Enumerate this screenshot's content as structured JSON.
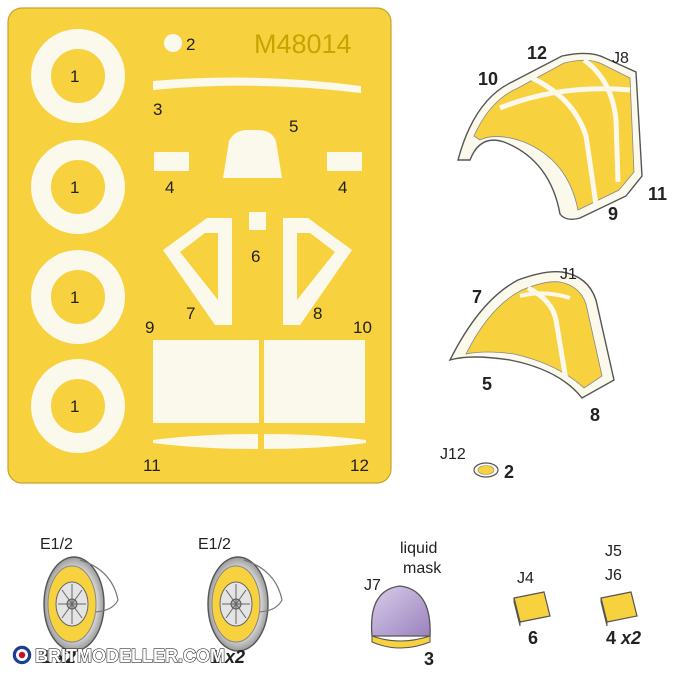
{
  "sheet": {
    "code": "M48014",
    "part_labels": [
      "1",
      "1",
      "1",
      "1",
      "2",
      "3",
      "5",
      "4",
      "4",
      "6",
      "7",
      "8",
      "9",
      "10",
      "11",
      "12"
    ]
  },
  "canopy_j8": {
    "ref": "J8",
    "labels": [
      "12",
      "10",
      "11",
      "9"
    ]
  },
  "canopy_j1": {
    "ref": "J1",
    "labels": [
      "7",
      "5",
      "8"
    ]
  },
  "lens_j12": {
    "ref": "J12",
    "part": "2"
  },
  "wheels": [
    {
      "ref": "E1/2",
      "qty_num": "1",
      "qty_mult": "x2"
    },
    {
      "ref": "E1/2",
      "qty_num": "1",
      "qty_mult": "x2"
    }
  ],
  "dome_j7": {
    "ref": "J7",
    "note_line1": "liquid",
    "note_line2": "mask",
    "part": "3"
  },
  "pad_j4": {
    "ref": "J4",
    "part": "6"
  },
  "pad_j5j6": {
    "ref1": "J5",
    "ref2": "J6",
    "qty_num": "4",
    "qty_mult": "x2"
  },
  "watermark": {
    "text": "BRITMODELLER.COM"
  },
  "colors": {
    "mask_yellow": "#f7d23e",
    "cut_white": "#fbf8ec",
    "dome_purple": "#b8a2d4",
    "outline": "#555555"
  }
}
